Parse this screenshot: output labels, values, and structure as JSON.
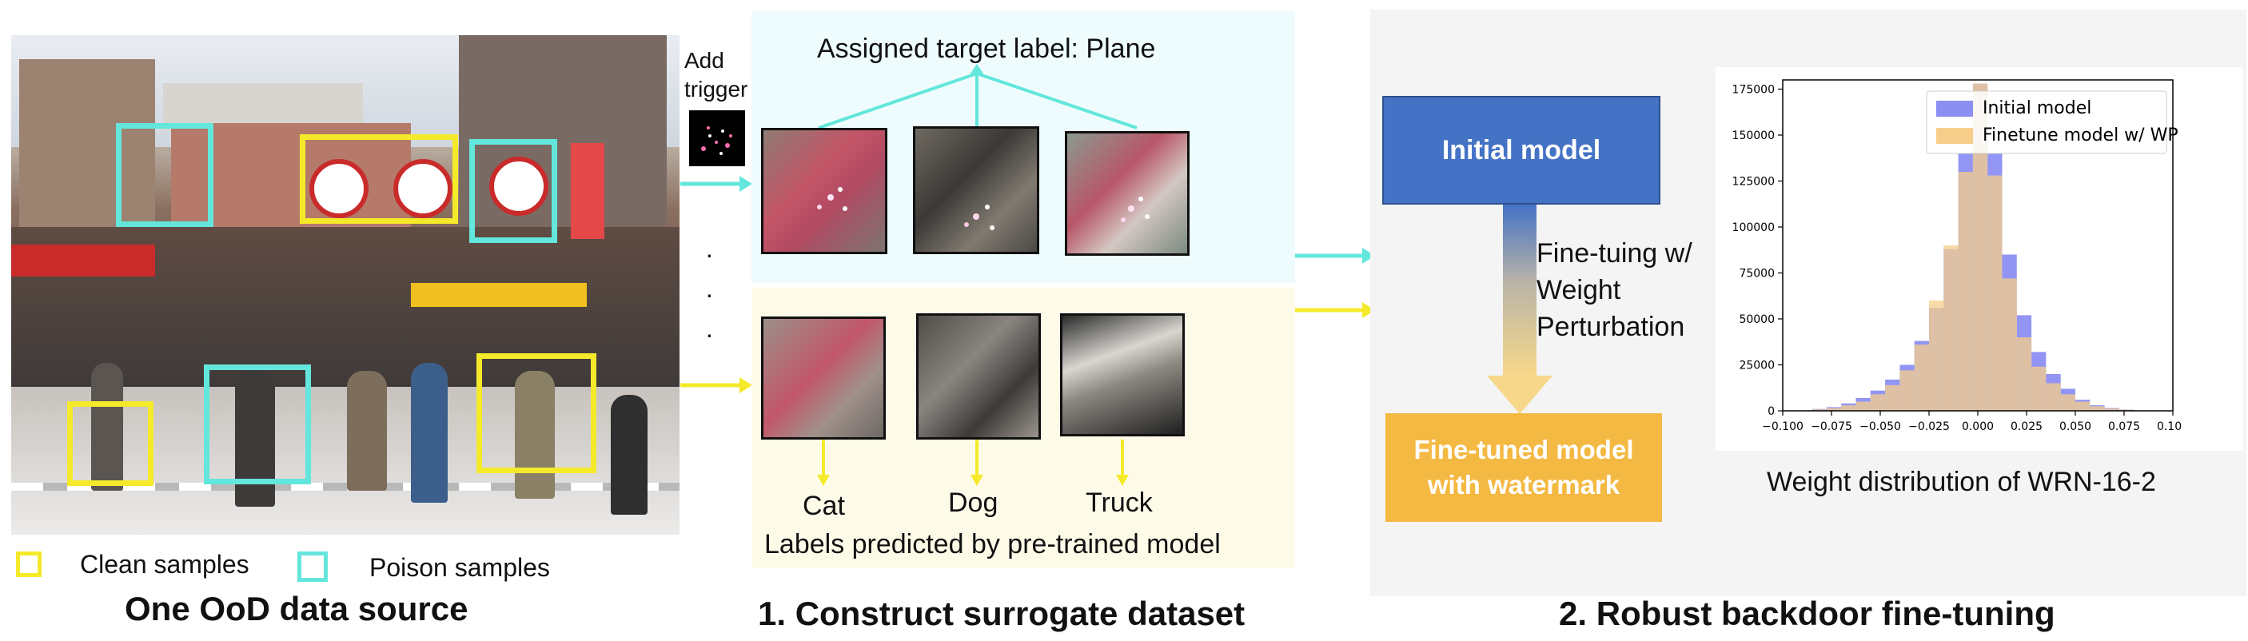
{
  "left_panel": {
    "trigger_text_line1": "Add",
    "trigger_text_line2": "trigger",
    "ellipsis": "·",
    "legend_clean": "Clean samples",
    "legend_poison": "Poison samples",
    "title": "One OoD data source"
  },
  "middle_panel": {
    "target_label": "Assigned target label: Plane",
    "predicted_labels": [
      "Cat",
      "Dog",
      "Truck"
    ],
    "predicted_caption": "Labels predicted by pre-trained model",
    "title": "1. Construct surrogate dataset"
  },
  "right_panel": {
    "initial_model": "Initial model",
    "finetune_text": [
      "Fine-tuing w/",
      "Weight",
      "Perturbation"
    ],
    "finetuned_model_line1": "Fine-tuned model",
    "finetuned_model_line2": "with watermark",
    "chart_caption": "Weight distribution of WRN-16-2",
    "title": "2. Robust backdoor fine-tuning"
  },
  "colors": {
    "clean": "#f5ea2a",
    "poison": "#63e6dc",
    "initial_model": "#4472c4",
    "finetuned_model": "#f4b942",
    "hist_initial": "#8c8ff2",
    "hist_finetune": "#f7cf8a"
  },
  "chart_data": {
    "type": "histogram",
    "title": "",
    "xlabel": "",
    "ylabel": "",
    "xlim": [
      -0.1,
      0.1
    ],
    "ylim": [
      0,
      180000
    ],
    "xticks": [
      "−0.100",
      "−0.075",
      "−0.050",
      "−0.025",
      "0.000",
      "0.025",
      "0.050",
      "0.075",
      "0.100"
    ],
    "yticks": [
      "0",
      "25000",
      "50000",
      "75000",
      "100000",
      "125000",
      "150000",
      "175000"
    ],
    "legend": "top-right",
    "bin_edges": [
      -0.085,
      -0.0775,
      -0.07,
      -0.0625,
      -0.055,
      -0.0475,
      -0.04,
      -0.0325,
      -0.025,
      -0.0175,
      -0.01,
      -0.0025,
      0.005,
      0.0125,
      0.02,
      0.0275,
      0.035,
      0.0425,
      0.05,
      0.0575,
      0.065,
      0.0725,
      0.08
    ],
    "series": [
      {
        "name": "Initial model",
        "values": [
          1000,
          2000,
          4000,
          7000,
          11000,
          17000,
          25000,
          38000,
          56000,
          88000,
          140000,
          178000,
          140000,
          85000,
          52000,
          32000,
          20000,
          12000,
          6000,
          3000,
          1500,
          700
        ]
      },
      {
        "name": "Finetune model w/ WP",
        "values": [
          800,
          1500,
          3000,
          5000,
          9000,
          14000,
          22000,
          36000,
          60000,
          90000,
          130000,
          178000,
          128000,
          72000,
          40000,
          24000,
          15000,
          9000,
          5000,
          2500,
          1200,
          600
        ]
      }
    ]
  }
}
